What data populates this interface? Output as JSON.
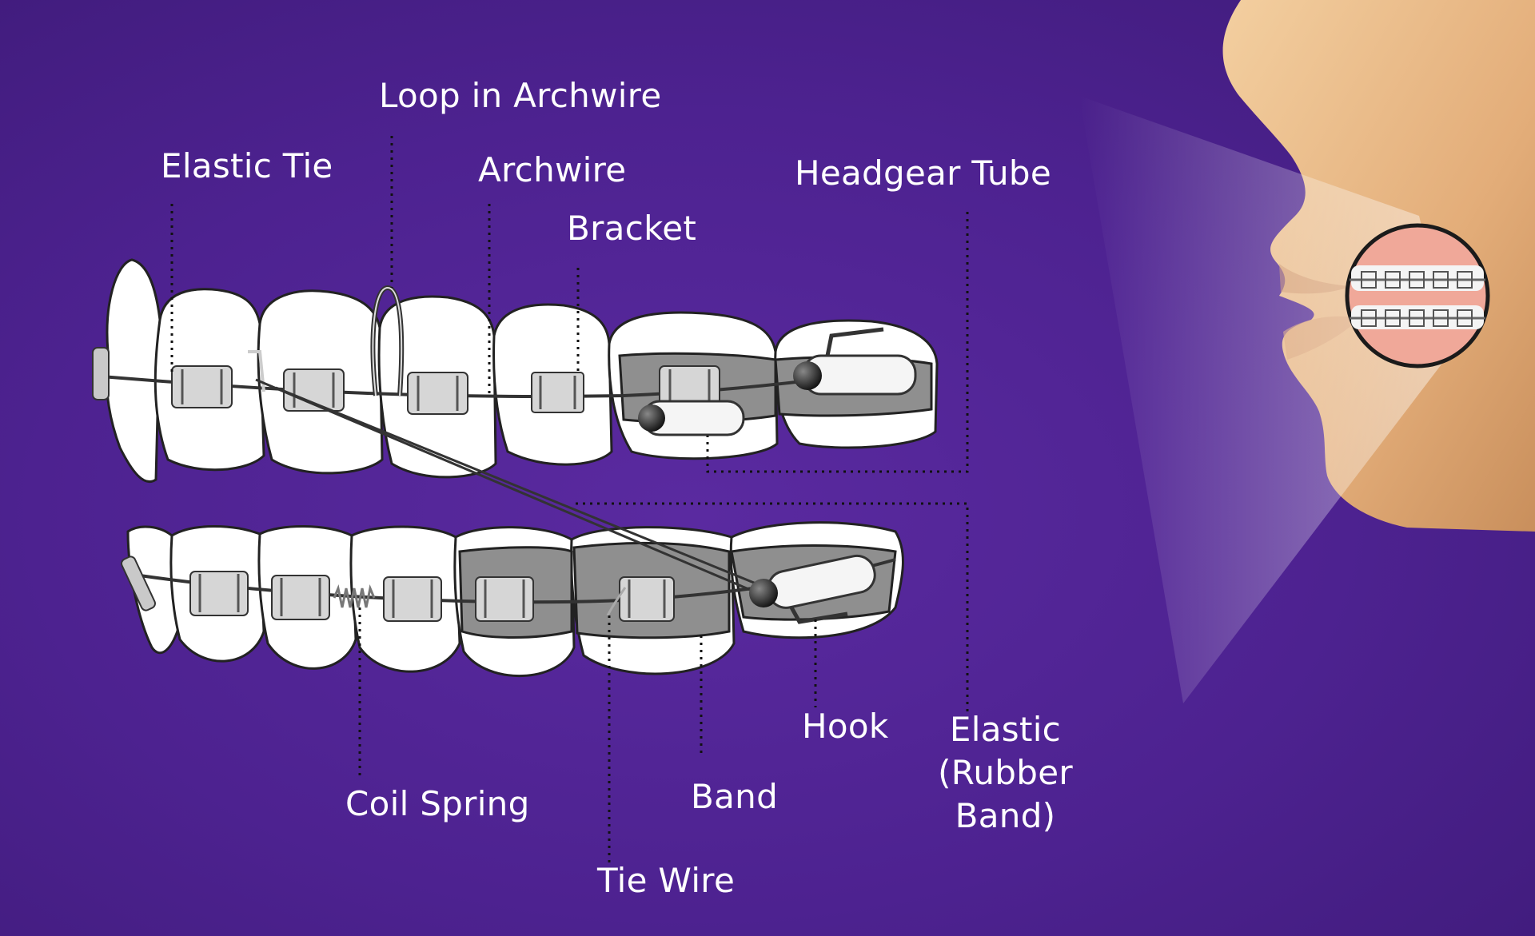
{
  "labels": {
    "loop_in_archwire": "Loop in Archwire",
    "elastic_tie": "Elastic Tie",
    "archwire": "Archwire",
    "bracket": "Bracket",
    "headgear_tube": "Headgear Tube",
    "hook": "Hook",
    "elastic_line1": "Elastic",
    "elastic_line2": "(Rubber",
    "elastic_line3": "Band)",
    "band": "Band",
    "coil_spring": "Coil Spring",
    "tie_wire": "Tie Wire"
  },
  "colors": {
    "background": "#4d2290",
    "tooth": "#ffffff",
    "band_metal": "#8f8f8f",
    "skin": "#e9b986",
    "label_text": "#ffffff"
  }
}
